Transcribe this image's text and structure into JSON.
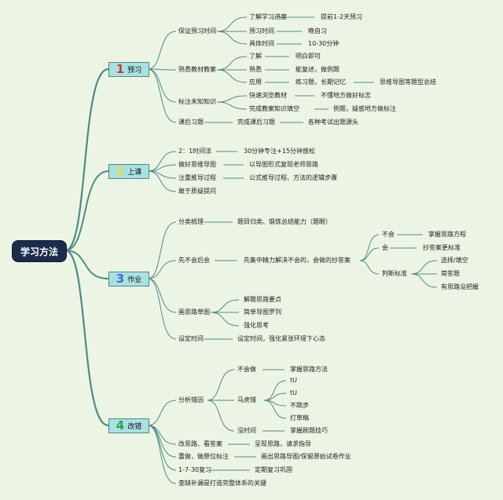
{
  "root": "学习方法",
  "categories": [
    {
      "num": "1",
      "label": "预习",
      "color": "#d9342b"
    },
    {
      "num": "2",
      "label": "上课",
      "color": "#f2d43c"
    },
    {
      "num": "3",
      "label": "作业",
      "color": "#2f6fd8"
    },
    {
      "num": "4",
      "label": "改错",
      "color": "#27a84a"
    }
  ],
  "nodes": {
    "p1": "保证预习时间",
    "p1a": "了解学习进度",
    "p1a1": "提前1-2天预习",
    "p1b": "预习时间",
    "p1b1": "晚自习",
    "p1c": "具体时间",
    "p1c1": "10-30分钟",
    "p2": "熟悉教材教案",
    "p2a": "了解",
    "p2a1": "明白即可",
    "p2b": "熟悉",
    "p2b1": "能复述，做例题",
    "p2c": "应用",
    "p2c1": "练习题，长期记忆",
    "p2c2": "思维导图等题型总结",
    "p3": "标注未知知识",
    "p3a": "快速浏览教材",
    "p3a1": "不懂地方做好标志",
    "p3b": "完成教案知识填空",
    "p3b1": "例题，疑惑地方做标注",
    "p4": "课后习题",
    "p4a": "完成课后习题",
    "p4a1": "各种考试出题源头",
    "c1": "2：1时间法",
    "c1a": "30分钟专注+15分钟放松",
    "c2": "做好思维导图",
    "c2a": "以导图形式复现老师思路",
    "c3": "注重推导过程",
    "c3a": "公式推导过程、方法的逻辑步骤",
    "c4": "敢于质疑提问",
    "h1": "分类梳理",
    "h1a": "题目归类、锻炼总结能力（题眼）",
    "h2": "先不会后会",
    "h2a": "先集中精力解决不会的，会做的抄答案",
    "h2b": "不会",
    "h2b1": "掌握思路方程",
    "h2c": "会",
    "h2c1": "抄答案更标准",
    "h2d": "判断标准",
    "h2d1": "选择/填空",
    "h2d2": "简答题",
    "h2d3": "有思路没把握",
    "h3": "画思路草图",
    "h3a": "解题思路要点",
    "h3b": "简单导图罗列",
    "h3c": "强化思考",
    "h4": "设定时间",
    "h4a": "设定时间，强化紧张环境下心态",
    "g1": "分析错因",
    "g1a": "不会做",
    "g1a1": "掌握思路方法",
    "g1b": "马虎错",
    "g1b1": "tU",
    "g1b2": "tU",
    "g1b3": "不跳步",
    "g1b4": "打草稿",
    "g1c": "没时间",
    "g1c1": "掌握刷题技巧",
    "g2": "改思路、看答案",
    "g2a": "呈现思路，请求指导",
    "g3": "重做，做原位标注",
    "g3a": "画出思路导图/保留原始试卷作业",
    "g4": "1-7-30复习",
    "g4a": "定期复习巩固",
    "g5": "查缺补漏是打造完整体系的关键"
  },
  "colors": {
    "background": "#ecf5e4",
    "line": "#4f8a87",
    "root": "#1b2d4c",
    "category": "#a9e0e3"
  }
}
